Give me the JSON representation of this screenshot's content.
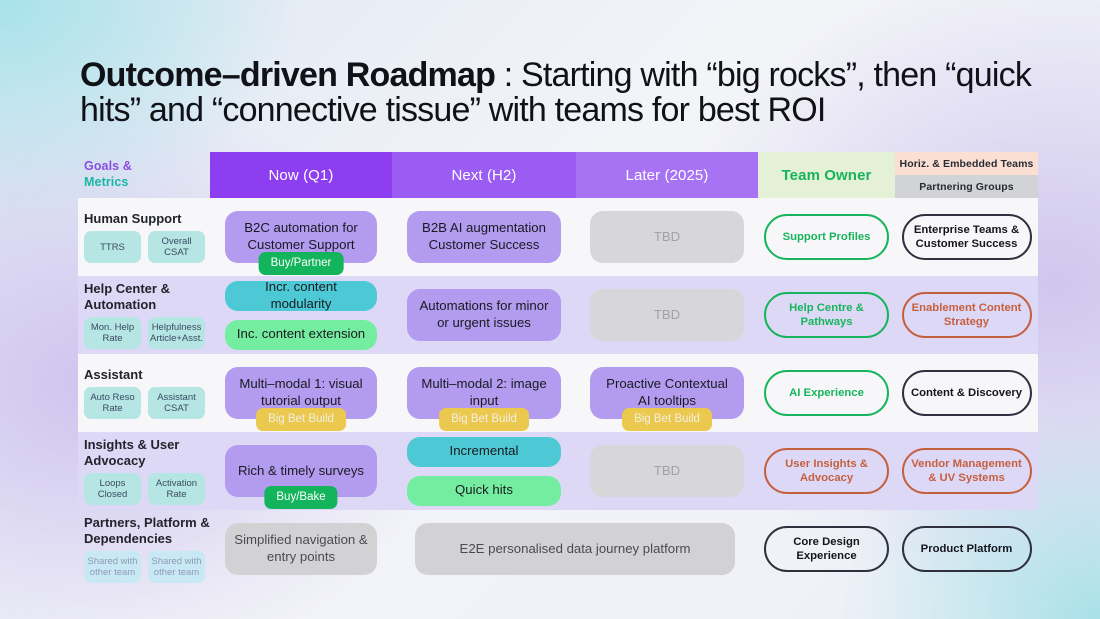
{
  "title": {
    "lead": "Outcome–driven Roadmap",
    "rest": " : Starting with “big rocks”, then “quick hits” and “connective tissue” with teams for best ROI"
  },
  "header": {
    "goals_line1": "Goals &",
    "goals_line2": "Metrics",
    "now": "Now (Q1)",
    "next": "Next (H2)",
    "later": "Later (2025)",
    "team_owner": "Team Owner",
    "horiz_top": "Horiz. & Embedded Teams",
    "horiz_bottom": "Partnering Groups"
  },
  "colors": {
    "now": "#8c3ef0",
    "next": "#9a5cf2",
    "later": "#a872f5",
    "team_owner_bg": "#e4f1d6",
    "team_owner_text": "#17b45c",
    "horiz_top_bg": "#fadfd2",
    "horiz_bottom_bg": "#d2d3d6",
    "card_purple": "#b39bf0",
    "card_teal": "#4cc9d4",
    "card_green": "#74eda0",
    "card_grey": "#d7d7d9",
    "badge_buy": "#14b45c",
    "badge_bigbet": "#ebc84e",
    "pill_green": "#17b45c",
    "pill_dark": "#2e303e",
    "pill_rust": "#c4603f",
    "metric_chip": "#b6e6e3",
    "shared_chip": "#c9e8f6"
  },
  "rows": [
    {
      "goal": "Human Support",
      "metrics": [
        "TTRS",
        "Overall CSAT"
      ],
      "now": {
        "text": "B2C automation for Customer Support",
        "badge": "Buy/Partner"
      },
      "next": {
        "text": "B2B AI augmentation Customer Success"
      },
      "later": {
        "text": "TBD"
      },
      "owner": "Support Profiles",
      "horiz": "Enterprise Teams & Customer Success"
    },
    {
      "goal": "Help Center & Automation",
      "metrics": [
        "Mon. Help Rate",
        "Helpfulness Article+Asst."
      ],
      "now_stack": [
        "Incr. content modularity",
        "Inc. content extension"
      ],
      "next": {
        "text": "Automations for minor or urgent issues"
      },
      "later": {
        "text": "TBD"
      },
      "owner": "Help Centre & Pathways",
      "horiz": "Enablement Content Strategy"
    },
    {
      "goal": "Assistant",
      "metrics": [
        "Auto Reso Rate",
        "Assistant CSAT"
      ],
      "now": {
        "text": "Multi–modal 1: visual tutorial output",
        "badge": "Big Bet Build"
      },
      "next": {
        "text": "Multi–modal 2: image input",
        "badge": "Big Bet Build"
      },
      "later": {
        "text": "Proactive Contextual AI tooltips",
        "badge": "Big Bet Build"
      },
      "owner": "AI Experience",
      "horiz": "Content & Discovery"
    },
    {
      "goal": "Insights & User Advocacy",
      "metrics": [
        "Loops Closed",
        "Activation Rate"
      ],
      "now": {
        "text": "Rich & timely surveys",
        "badge": "Buy/Bake"
      },
      "next_stack": [
        "Incremental",
        "Quick hits"
      ],
      "later": {
        "text": "TBD"
      },
      "owner": "User Insights & Advocacy",
      "horiz": "Vendor Management & UV Systems"
    },
    {
      "goal": "Partners, Platform & Dependencies",
      "metrics": [
        "Shared with other team",
        "Shared with other team"
      ],
      "now": {
        "text": "Simplified navigation & entry points"
      },
      "span": {
        "text": "E2E personalised data journey platform"
      },
      "owner": "Core Design Experience",
      "horiz": "Product Platform"
    }
  ]
}
